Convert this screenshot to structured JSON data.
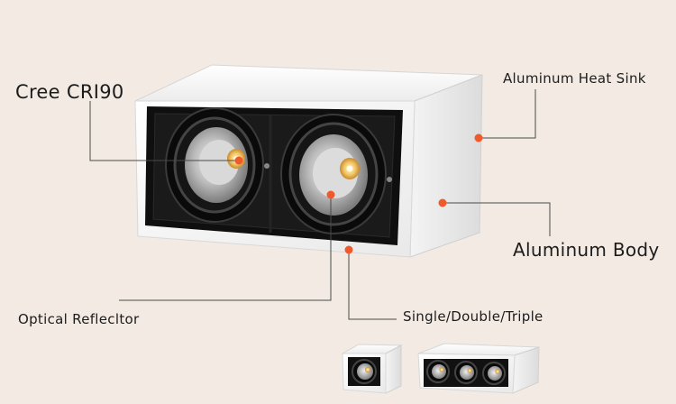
{
  "labels": {
    "cree": "Cree CRI90",
    "heat_sink": "Aluminum Heat Sink",
    "body": "Aluminum Body",
    "reflector": "Optical Reflecltor",
    "variants": "Single/Double/Triple"
  },
  "colors": {
    "background": "#f3ebe3",
    "housing": "#f7f7f7",
    "bezel": "#0f0f0f",
    "marker": "#ef5a2c",
    "leader": "#4a4a4a"
  }
}
